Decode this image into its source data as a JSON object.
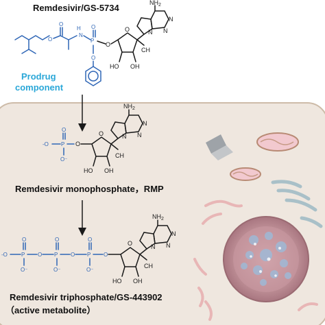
{
  "title": "Remdesivir/GS-5734",
  "prodrug_label": [
    "Prodrug",
    "component"
  ],
  "monophosphate_label": "Remdesivir monophosphate，RMP",
  "triphosphate_label": "Remdesivir triphosphate/GS-443902",
  "active_label": "（active metabolite）",
  "atoms": {
    "nh2": "NH",
    "nh2_sub": "2",
    "n": "N",
    "o": "O",
    "oh": "OH",
    "ho": "HO",
    "ch": "CH",
    "p": "P",
    "o_minus": "O⁻",
    "h": "H",
    "o_dash": "-O"
  },
  "colors": {
    "cell_fill": "#efe7df",
    "cell_stroke": "#cdbba8",
    "phosphate_blue": "#2f66b6",
    "prodrug_cyan": "#2aa7d8",
    "mito_fill": "#f2c9cf",
    "vacuole_fill": "#b9848d"
  }
}
